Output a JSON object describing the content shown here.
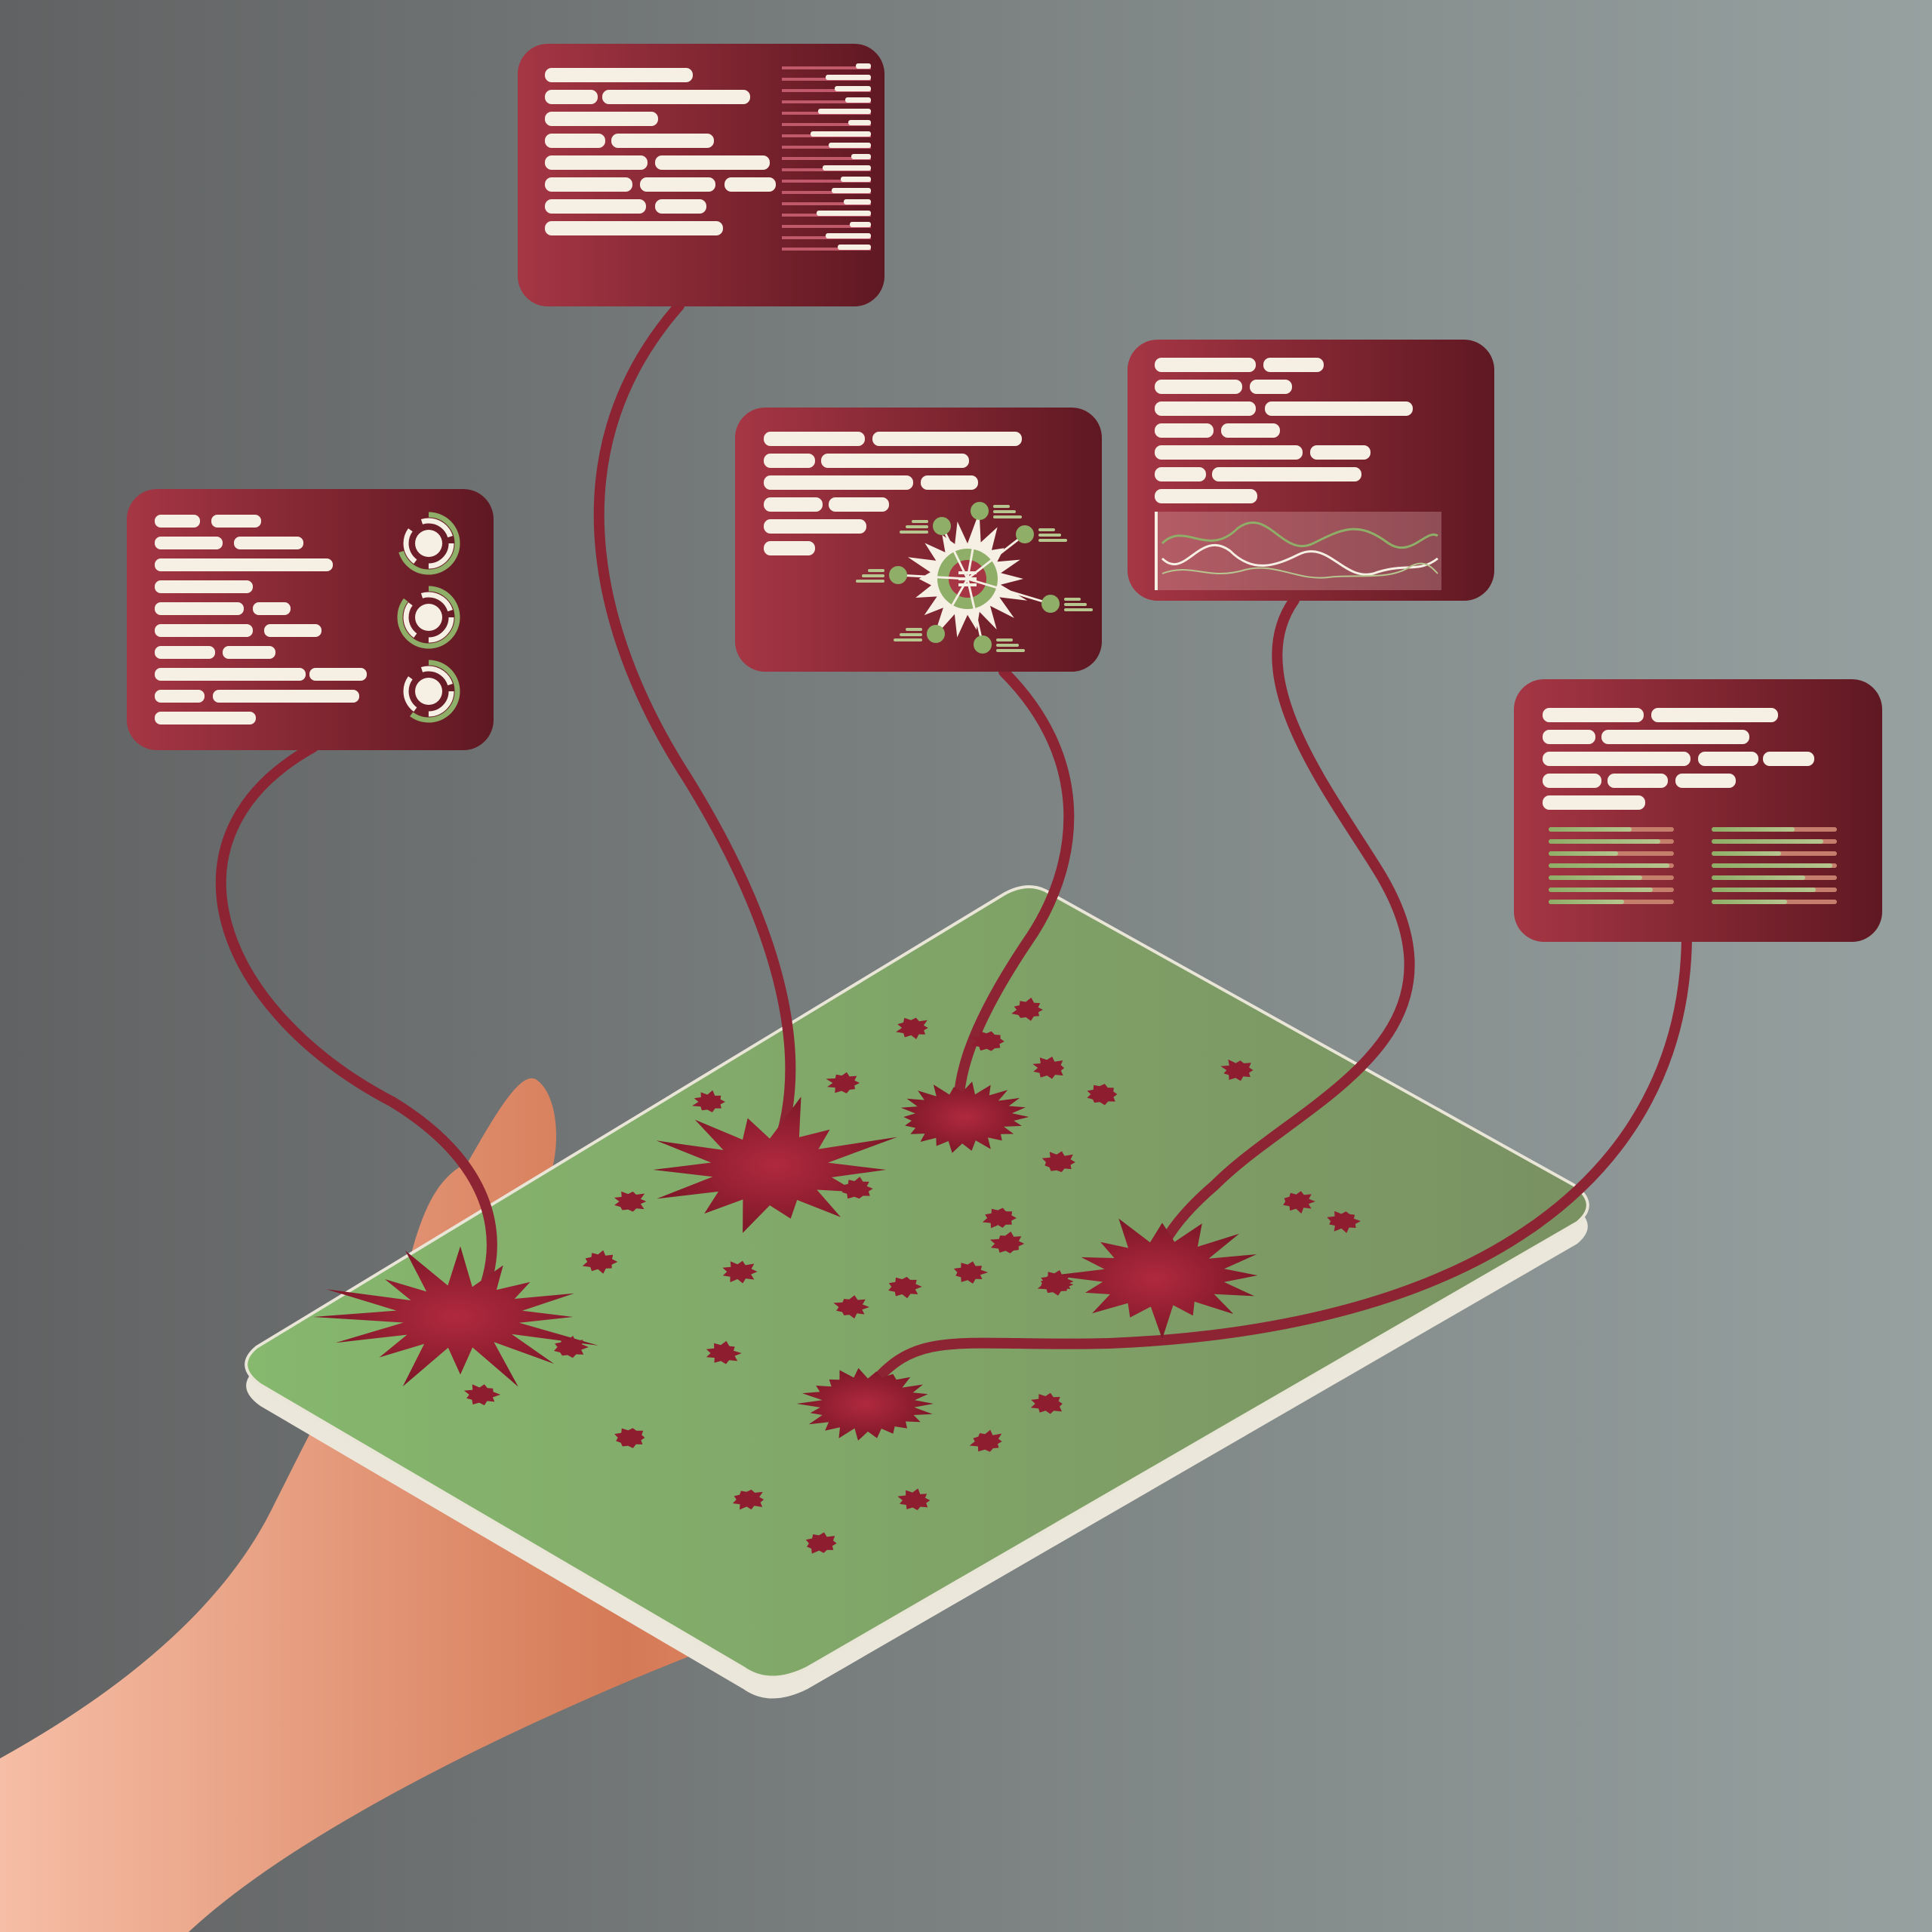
{
  "colors": {
    "background_left": "#616263",
    "background_right": "#96a1a0",
    "card_light": "#a63644",
    "card_dark": "#5f1822",
    "screen_green": "#86b56e",
    "screen_green_dark": "#7a9364",
    "device_edge": "#ede9de",
    "splat": "#8e1d30",
    "cord": "#8c2433",
    "text_line": "#f6efe4",
    "accent_green": "#8fae67",
    "skin_light": "#f6bea6",
    "skin_dark": "#d57a56"
  },
  "icons": {
    "donuts": "progress-ring-icon",
    "virus": "virus-icon",
    "waveform": "waveform-chart-icon",
    "bars": "horizontal-bars-icon"
  },
  "donut_levels": [
    0.7,
    0.85,
    0.6
  ]
}
